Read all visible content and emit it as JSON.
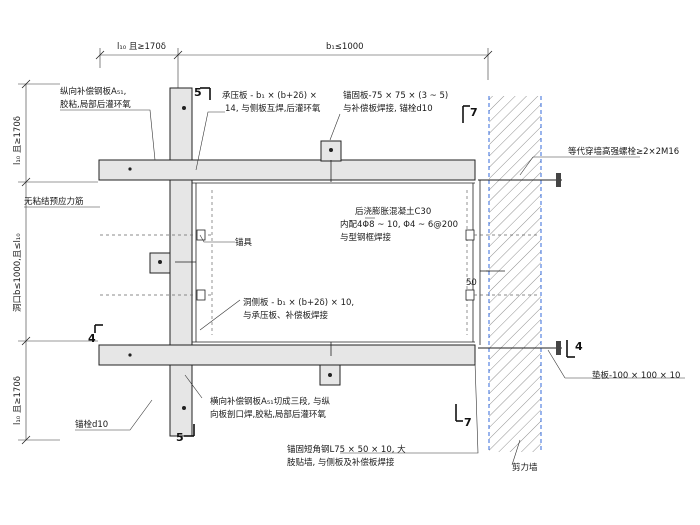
{
  "dims": {
    "top_left": "l₁₀ 且≥170δ",
    "top_right": "b₁≤1000",
    "left_upper": "l₁₀ 且≥170δ",
    "left_mid": "洞口b≤1000,且≤l₁₀",
    "left_lower": "l₁₀ 且≥170δ"
  },
  "labels": {
    "longitudinal_plate": [
      "纵向补偿钢板A₅₁,",
      "胶粘,局部后灌环氧"
    ],
    "bearing_plate": [
      "承压板 - b₁ × (b+2δ) ×",
      "14, 与侧板互焊,后灌环氧"
    ],
    "anchor_plate": [
      "锚固板-75 × 75 × (3 ~ 5)",
      "与补偿板焊接, 锚栓d10"
    ],
    "bolt": "等代穿墙高强螺栓≥2×2M16",
    "prestress": "无粘结预应力筋",
    "anchorage": "锚具",
    "concrete": [
      "后浇膨胀混凝土C30",
      "内配4Φ8 ~ 10, Φ4 ~ 6@200",
      "与型钢框焊接"
    ],
    "dim_50": "50",
    "side_plate": [
      "洞侧板 - b₁ × (b+2δ) × 10,",
      "与承压板、补偿板焊接"
    ],
    "washer": "垫板-100 × 100 × 10",
    "transverse_plate": [
      "横向补偿钢板A₅₁切成三段, 与纵",
      "向板剖口焊,胶粘,局部后灌环氧"
    ],
    "anchor_bolt": "锚栓d10",
    "angle": [
      "锚固短角钢L75 × 50 × 10, 大",
      "肢贴墙, 与侧板及补偿板焊接"
    ],
    "shear_wall": "剪力墙"
  },
  "sections": {
    "s5_top": "5",
    "s5_bottom": "5",
    "s7_top": "7",
    "s7_bottom": "7",
    "s4_left": "4",
    "s4_right": "4"
  }
}
